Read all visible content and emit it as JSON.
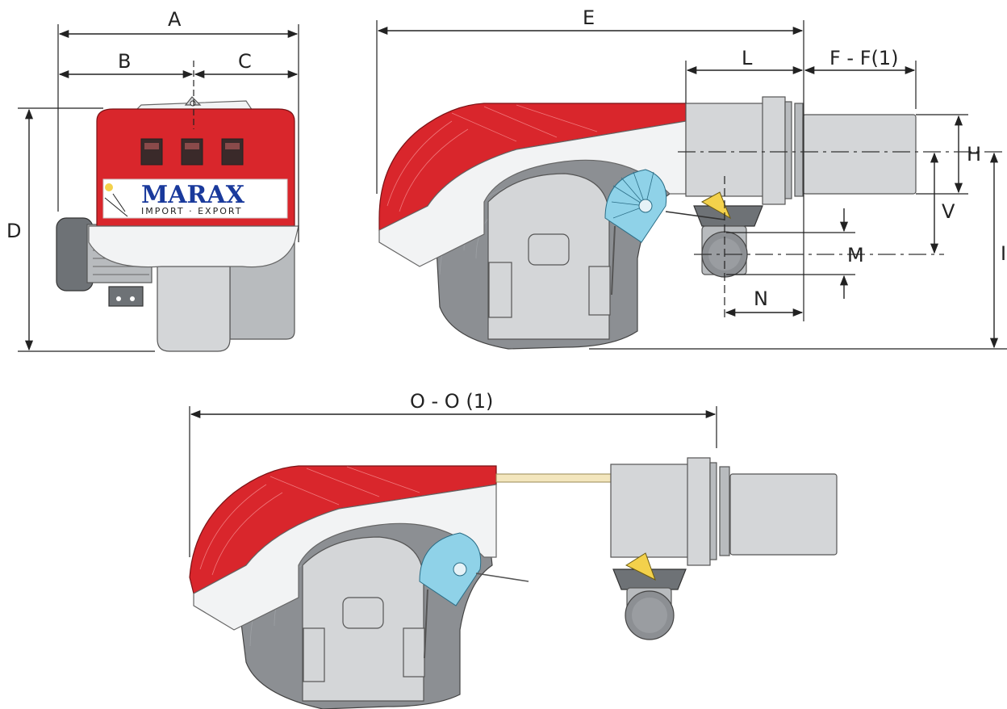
{
  "labels": {
    "A": "A",
    "B": "B",
    "C": "C",
    "D": "D",
    "E": "E",
    "L": "L",
    "FF": "F - F(1)",
    "H": "H",
    "V": "V",
    "M": "M",
    "N": "N",
    "OO": "O - O (1)",
    "I": "I"
  },
  "logo": {
    "brand": "MARAX",
    "tagline": "IMPORT · EXPORT"
  },
  "colors": {
    "housing_red": "#d9262c",
    "metal_grey": "#b8bbbe",
    "cam_cyan": "#8fd2e8",
    "linkage_yellow": "#f3d14b",
    "logo_blue": "#1a3a9c"
  }
}
